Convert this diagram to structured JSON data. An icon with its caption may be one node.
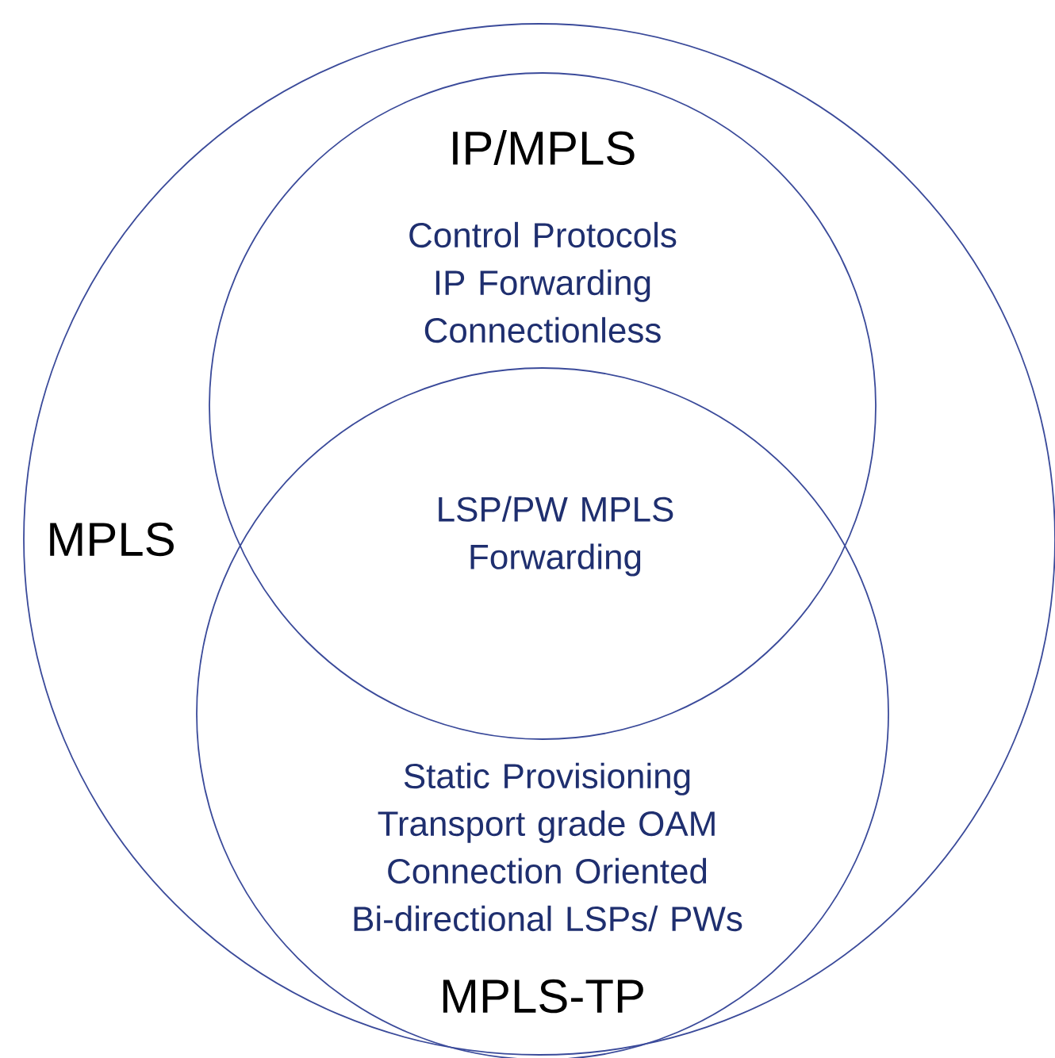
{
  "diagram": {
    "nodes": [
      {
        "text": [
          "MPLS"
        ]
      },
      {
        "text": [
          "IP/MPLS",
          "Control Protocols IP Forwarding Connectionless"
        ],
        "in": 0
      },
      {
        "text": [
          "Static Provisioning Transport grade OAM Connection Oriented Bi-directional LSPs/ PWs",
          "MPLS-TP"
        ],
        "in": 0
      }
    ],
    "labels": [
      "LSP/PW MPLS Forwarding"
    ]
  }
}
